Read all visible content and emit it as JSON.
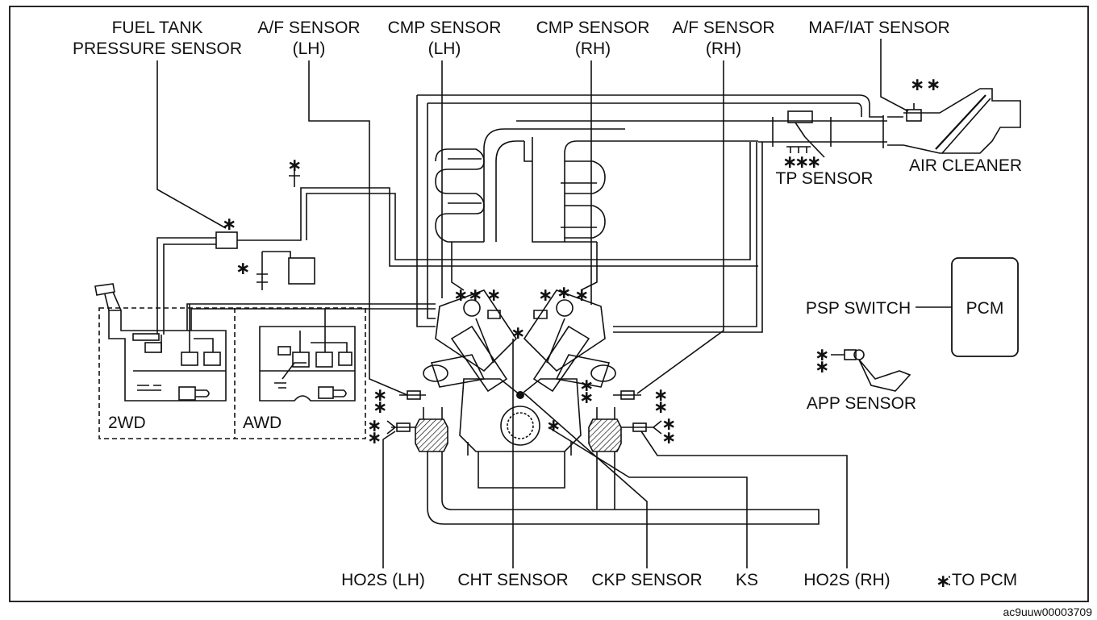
{
  "labels": {
    "fuel_tank_pressure_sensor_l1": "FUEL TANK",
    "fuel_tank_pressure_sensor_l2": "PRESSURE SENSOR",
    "af_sensor_lh_l1": "A/F SENSOR",
    "af_sensor_lh_l2": "(LH)",
    "cmp_sensor_lh_l1": "CMP SENSOR",
    "cmp_sensor_lh_l2": "(LH)",
    "cmp_sensor_rh_l1": "CMP SENSOR",
    "cmp_sensor_rh_l2": "(RH)",
    "af_sensor_rh_l1": "A/F SENSOR",
    "af_sensor_rh_l2": "(RH)",
    "maf_iat_sensor": "MAF/IAT SENSOR",
    "tp_sensor": "TP SENSOR",
    "air_cleaner": "AIR CLEANER",
    "psp_switch": "PSP SWITCH",
    "pcm": "PCM",
    "app_sensor": "APP SENSOR",
    "two_wd": "2WD",
    "awd": "AWD",
    "ho2s_lh": "HO2S (LH)",
    "cht_sensor": "CHT SENSOR",
    "ckp_sensor": "CKP SENSOR",
    "ks": "KS",
    "ho2s_rh": "HO2S (RH)",
    "legend_symbol": "∗",
    "legend_text": ":TO PCM",
    "figure_id": "ac9uuw00003709"
  },
  "symbols": {
    "asterisk": "∗"
  }
}
